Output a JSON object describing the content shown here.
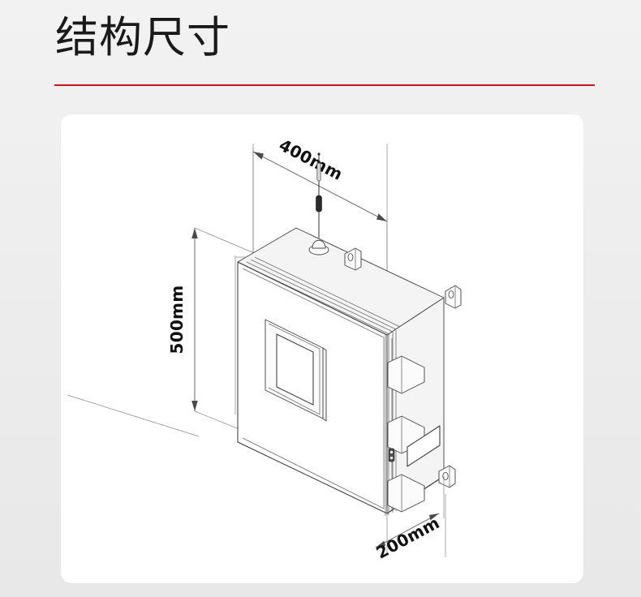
{
  "header": {
    "title": "结构尺寸",
    "rule_color": "#c4161c"
  },
  "figure": {
    "name": "cabinet-isometric-drawing",
    "alt": "等轴测机箱结构尺寸图",
    "dimensions": {
      "width_label": "400mm",
      "height_label": "500mm",
      "depth_label": "200mm"
    },
    "parts": {
      "antenna": "antenna",
      "window": "display-window",
      "hinges": "door-hinges",
      "lock": "door-lock",
      "nameplate": "side-nameplate",
      "mount_top": "top-mounting-bracket",
      "mount_bottom": "bottom-mounting-bracket"
    }
  },
  "palette": {
    "background": "#ededed",
    "card": "#ffffff",
    "ink": "#3a3a3a",
    "accent": "#c4161c"
  }
}
